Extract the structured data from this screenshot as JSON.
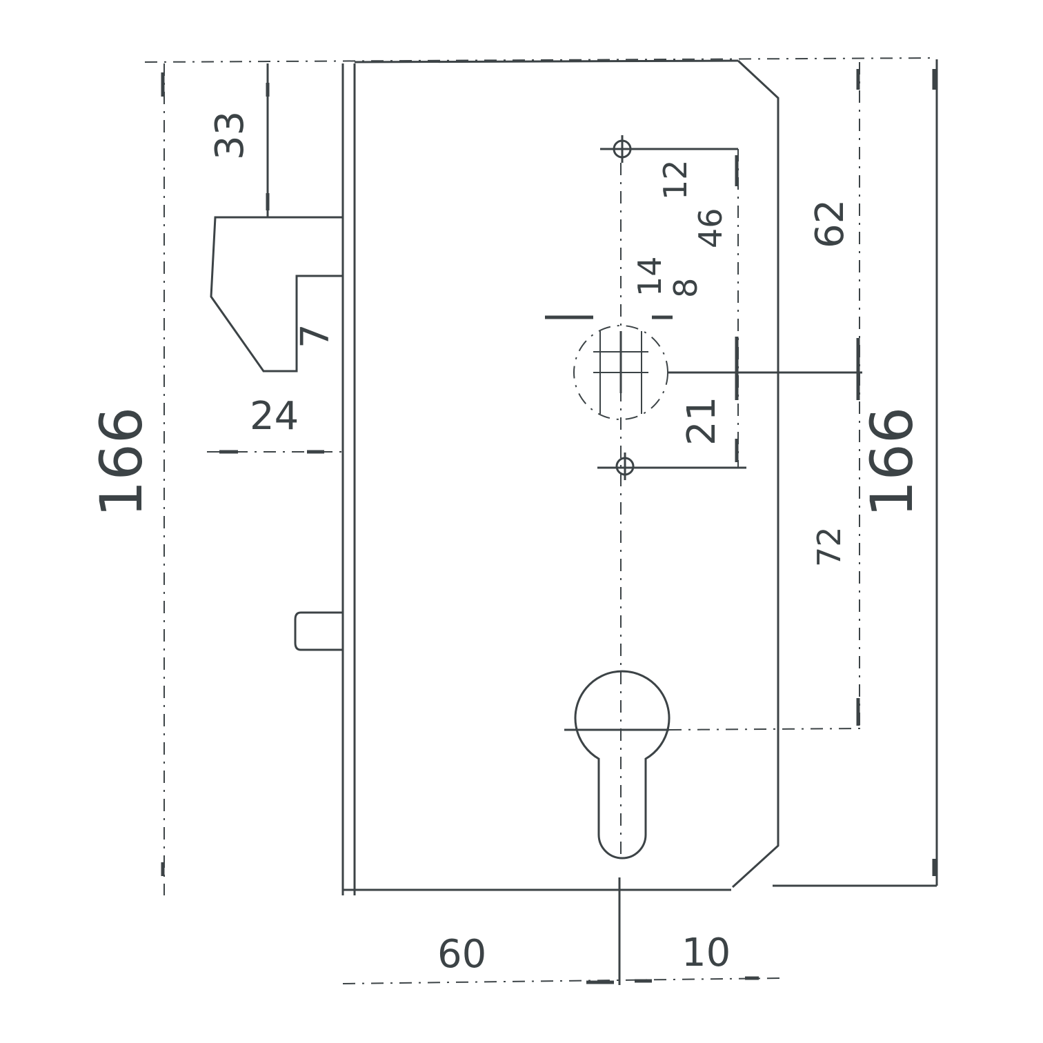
{
  "colors": {
    "line": "#3c4346",
    "background": "#ffffff"
  },
  "dimensions": {
    "overall_height_left": "166",
    "overall_height_right": "166",
    "top_to_latch": "33",
    "latch_projection": "24",
    "latch_depth": "7",
    "spindle_to_top_fixing": "46",
    "spindle_square": "8",
    "square_offset": "14",
    "fixing_to_top": "12",
    "top_to_spindle": "62",
    "spindle_to_bottom_fixing": "21",
    "spindle_to_cylinder": "72",
    "backset": "60",
    "cylinder_offset": "10"
  }
}
